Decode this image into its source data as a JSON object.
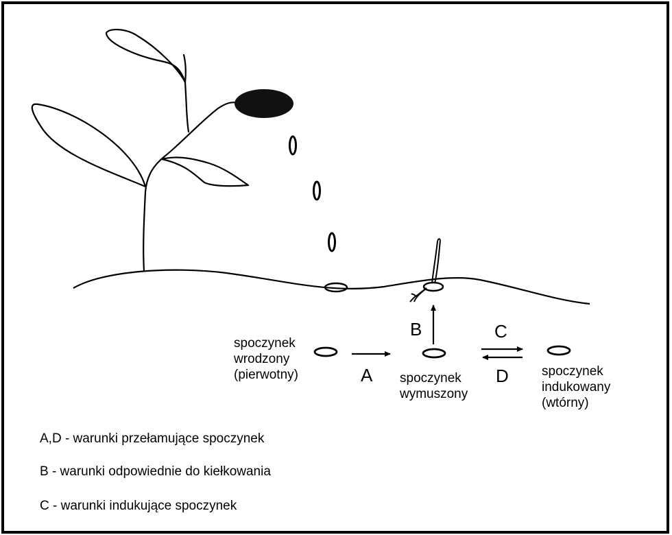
{
  "stages": {
    "innate": [
      "spoczynek",
      "wrodzony",
      "(pierwotny)"
    ],
    "enforced": [
      "spoczynek",
      "wymuszony"
    ],
    "induced": [
      "spoczynek",
      "indukowany",
      "(wtórny)"
    ]
  },
  "arrows": {
    "a": "A",
    "b": "B",
    "c": "C",
    "d": "D"
  },
  "legend": [
    "A,D - warunki przełamujące spoczynek",
    "B - warunki odpowiednie do kiełkowania",
    "C - warunki indukujące spoczynek"
  ]
}
